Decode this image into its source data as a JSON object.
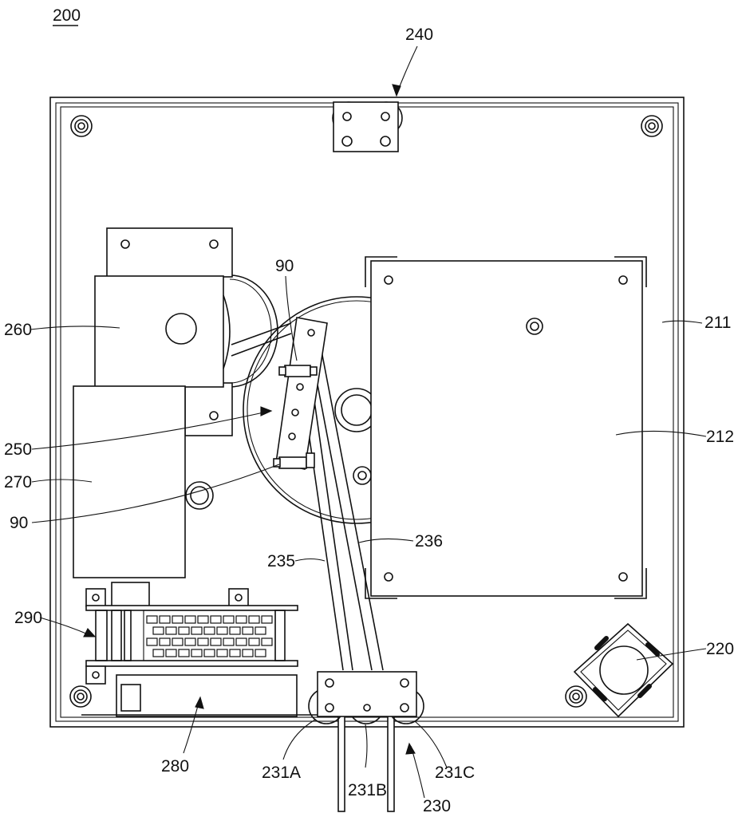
{
  "figure_number": "200",
  "labels": {
    "l240": "240",
    "l90a": "90",
    "l260": "260",
    "l211": "211",
    "l212": "212",
    "l250": "250",
    "l270": "270",
    "l90b": "90",
    "l236": "236",
    "l235": "235",
    "l290": "290",
    "l220": "220",
    "l280": "280",
    "l231A": "231A",
    "l231B": "231B",
    "l231C": "231C",
    "l230": "230"
  }
}
